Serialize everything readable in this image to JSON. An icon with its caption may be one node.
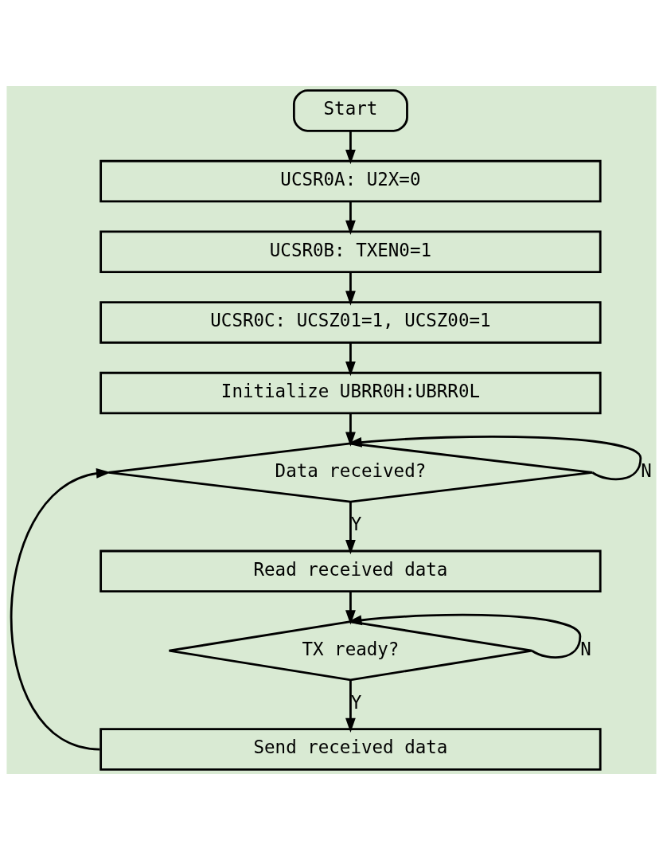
{
  "diagram": {
    "nodes": [
      {
        "text": [
          "Start"
        ]
      },
      {
        "text": [
          "UCSR0A: U2X=0"
        ]
      },
      {
        "text": [
          "UCSR0B: TXEN0=1"
        ]
      },
      {
        "text": [
          "UCSR0C: UCSZ01=1, UCSZ00=1"
        ]
      },
      {
        "text": [
          "Initialize UBRR0H:UBRR0L"
        ]
      },
      {
        "text": [
          "Data received?"
        ]
      },
      {
        "text": [
          "Read received data"
        ]
      },
      {
        "text": [
          "TX ready?"
        ]
      },
      {
        "text": [
          "Send received data"
        ]
      }
    ],
    "edges": [
      {
        "from": 0,
        "to": 1,
        "arrow": "to"
      },
      {
        "from": 1,
        "to": 2,
        "arrow": "to"
      },
      {
        "from": 2,
        "to": 3,
        "arrow": "to"
      },
      {
        "from": 3,
        "to": 4,
        "arrow": "to"
      },
      {
        "from": 4,
        "to": 5,
        "arrow": "to"
      },
      {
        "from": 5,
        "to": 5,
        "arrow": "to",
        "label": "N"
      },
      {
        "from": 5,
        "to": 6,
        "arrow": "to",
        "label": "Y"
      },
      {
        "from": 6,
        "to": 7,
        "arrow": "to"
      },
      {
        "from": 7,
        "to": 7,
        "arrow": "to",
        "label": "N"
      },
      {
        "from": 7,
        "to": 8,
        "arrow": "to",
        "label": "Y"
      },
      {
        "from": 8,
        "to": 5,
        "arrow": "to"
      }
    ]
  }
}
